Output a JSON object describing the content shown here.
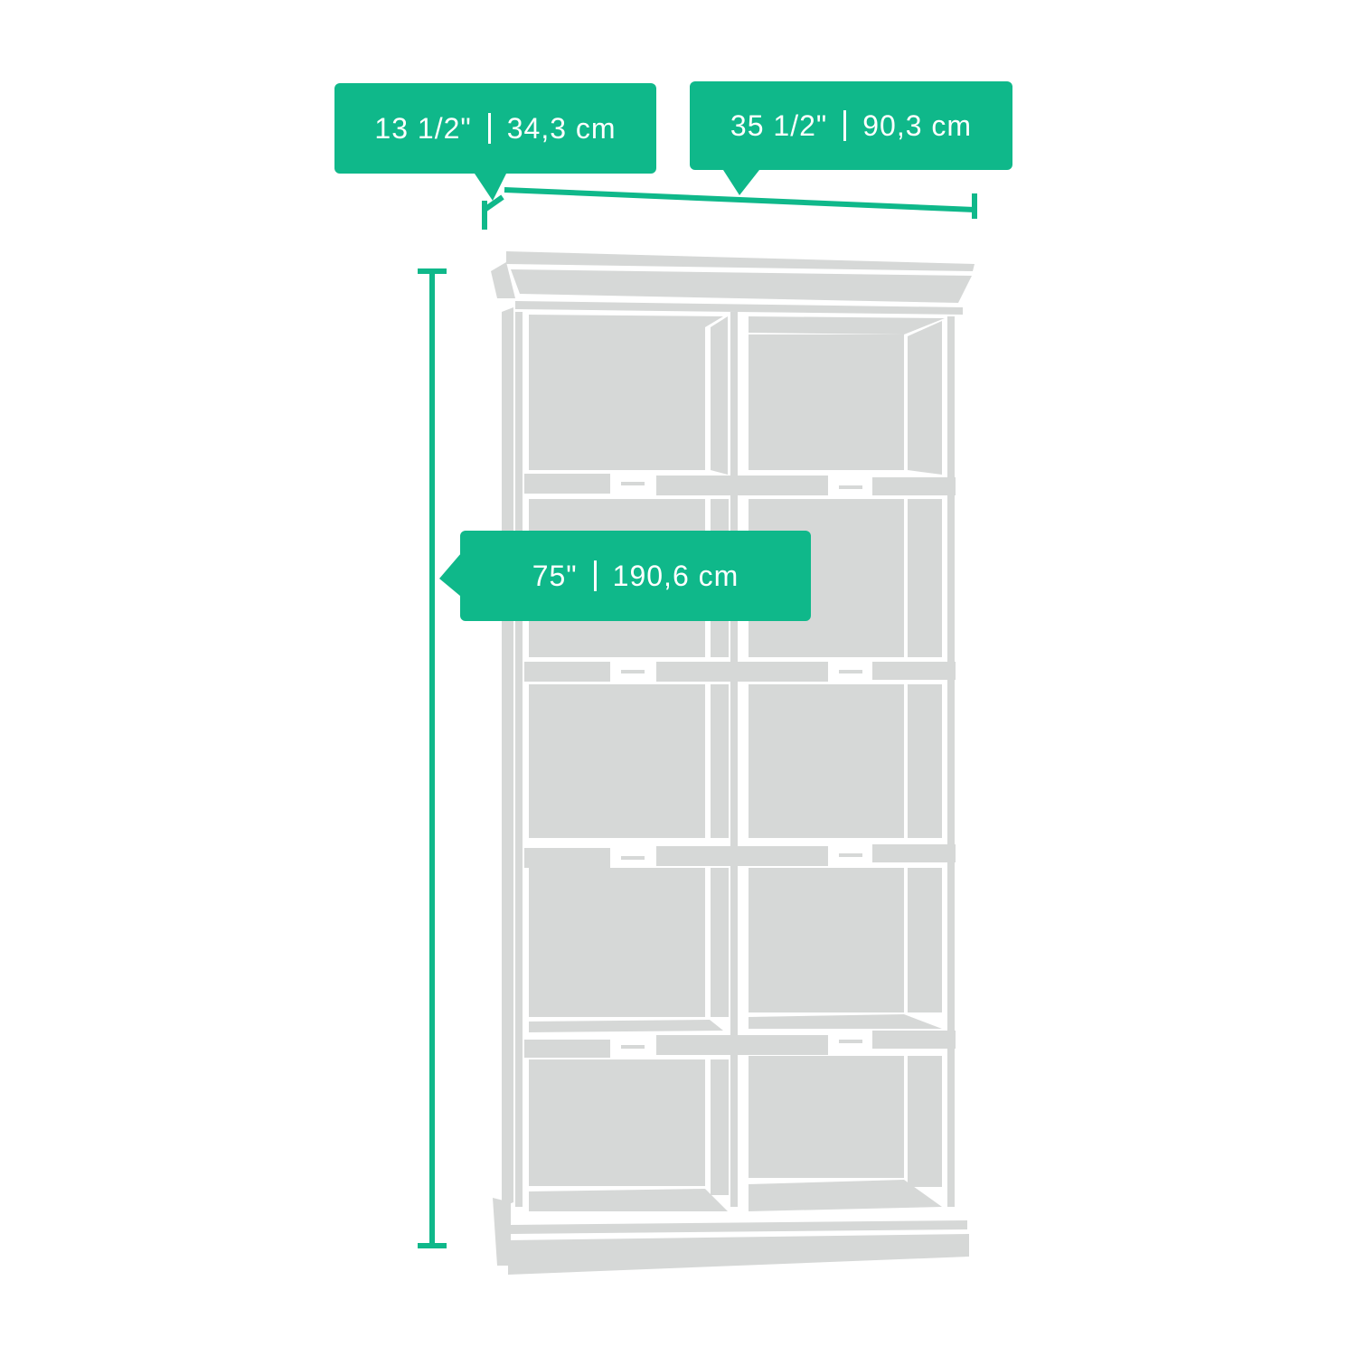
{
  "diagram": {
    "subject": "Bookcase dimensions",
    "accent_color": "#0fb88a",
    "furniture_color": "#d6d8d7",
    "dimensions": {
      "depth": {
        "imperial": "13 1/2\"",
        "metric": "34,3 cm"
      },
      "width": {
        "imperial": "35 1/2\"",
        "metric": "90,3 cm"
      },
      "height": {
        "imperial": "75\"",
        "metric": "190,6 cm"
      }
    },
    "bookcase": {
      "columns": 2,
      "rows": 5
    }
  }
}
